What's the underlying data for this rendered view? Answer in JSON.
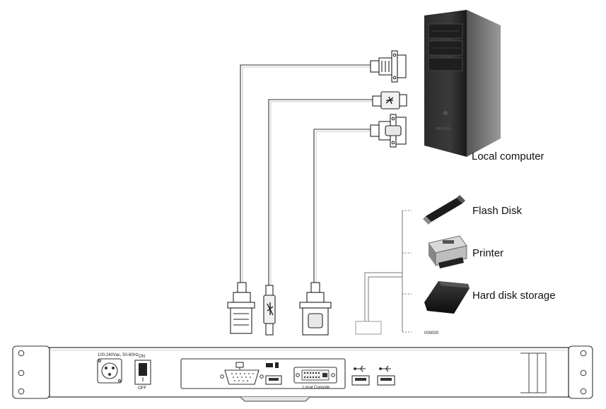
{
  "devices": {
    "local_computer": "Local computer",
    "flash_disk": "Flash Disk",
    "printer": "Printer",
    "hard_disk": "Hard disk storage"
  },
  "panel": {
    "power_rating": "100-240Vac, 50-60Hz",
    "switch_on": "ON",
    "switch_off": "OFF",
    "console_label": "Local Console",
    "small_code": "000000"
  }
}
